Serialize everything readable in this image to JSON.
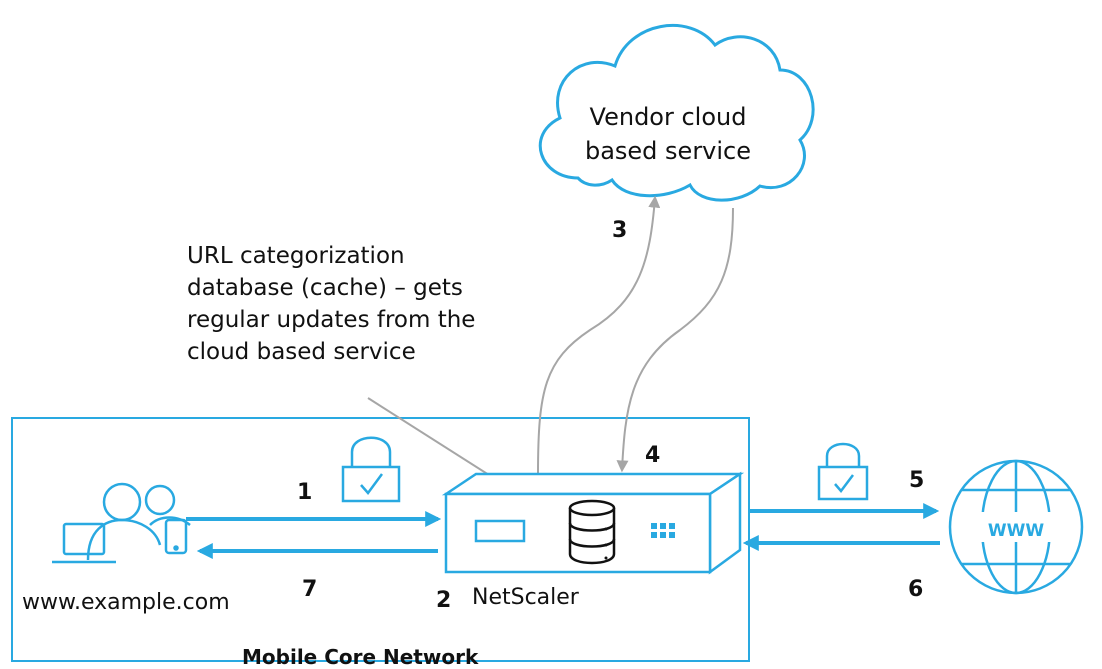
{
  "cloud": {
    "label_line1": "Vendor cloud",
    "label_line2": "based service"
  },
  "annotation": {
    "lines": [
      "URL categorization",
      "database (cache) – gets",
      "regular updates from the",
      "cloud based service"
    ]
  },
  "steps": {
    "s1": "1",
    "s2": "2",
    "s3": "3",
    "s4": "4",
    "s5": "5",
    "s6": "6",
    "s7": "7"
  },
  "labels": {
    "site": "www.example.com",
    "appliance": "NetScaler",
    "network": "Mobile Core Network",
    "globe": "WWW"
  },
  "colors": {
    "accent": "#29A9E1",
    "arrow_gray": "#A6A6A6",
    "text": "#111111"
  },
  "icons": [
    "users-icon",
    "laptop-icon",
    "tablet-icon",
    "lock-check-icon",
    "database-icon",
    "globe-icon",
    "cloud-icon"
  ]
}
